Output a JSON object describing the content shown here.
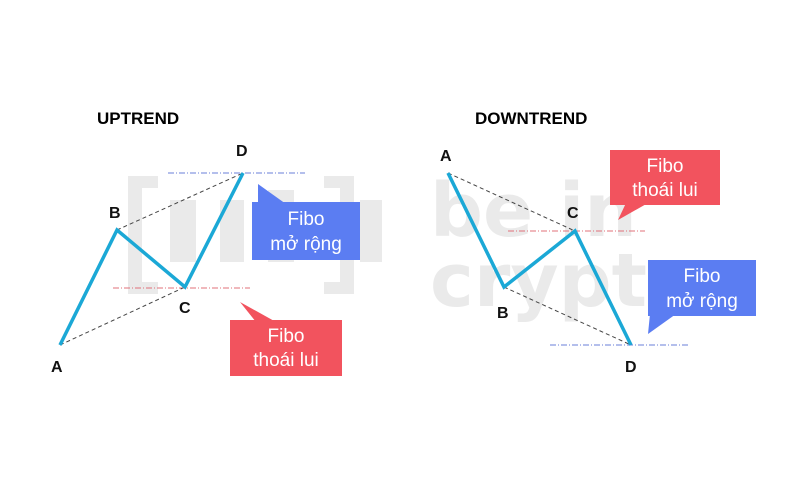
{
  "watermark": {
    "line1": "be in",
    "line2": "crypto"
  },
  "panels": {
    "uptrend": {
      "title": "UPTREND",
      "points": {
        "a": "A",
        "b": "B",
        "c": "C",
        "d": "D"
      },
      "extension": {
        "line1": "Fibo",
        "line2": "mở rộng"
      },
      "retracement": {
        "line1": "Fibo",
        "line2": "thoái lui"
      }
    },
    "downtrend": {
      "title": "DOWNTREND",
      "points": {
        "a": "A",
        "b": "B",
        "c": "C",
        "d": "D"
      },
      "retracement": {
        "line1": "Fibo",
        "line2": "thoái lui"
      },
      "extension": {
        "line1": "Fibo",
        "line2": "mở rộng"
      }
    }
  },
  "colors": {
    "wave": "#1ba8d6",
    "extension_callout": "#5b7df2",
    "retracement_callout": "#f2535e",
    "dashed_guide": "#444444",
    "level_line": "#6a7fd8",
    "watermark": "#eaeaea"
  }
}
